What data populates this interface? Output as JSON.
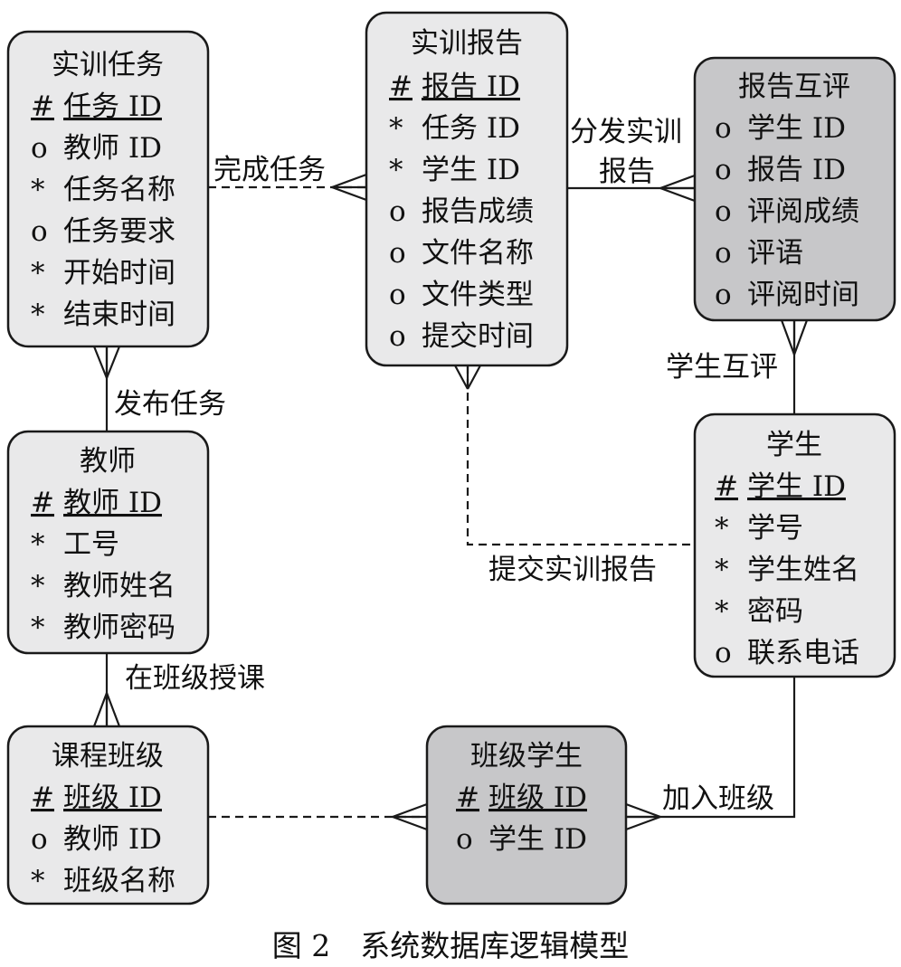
{
  "entities": {
    "task": {
      "title": "实训任务",
      "attributes": [
        {
          "marker": "#",
          "name": "任务 ID",
          "key": true
        },
        {
          "marker": "o",
          "name": "教师 ID",
          "key": false
        },
        {
          "marker": "*",
          "name": "任务名称",
          "key": false
        },
        {
          "marker": "o",
          "name": "任务要求",
          "key": false
        },
        {
          "marker": "*",
          "name": "开始时间",
          "key": false
        },
        {
          "marker": "*",
          "name": "结束时间",
          "key": false
        }
      ]
    },
    "report": {
      "title": "实训报告",
      "attributes": [
        {
          "marker": "#",
          "name": "报告 ID",
          "key": true
        },
        {
          "marker": "*",
          "name": "任务 ID",
          "key": false
        },
        {
          "marker": "*",
          "name": "学生 ID",
          "key": false
        },
        {
          "marker": "o",
          "name": "报告成绩",
          "key": false
        },
        {
          "marker": "o",
          "name": "文件名称",
          "key": false
        },
        {
          "marker": "o",
          "name": "文件类型",
          "key": false
        },
        {
          "marker": "o",
          "name": "提交时间",
          "key": false
        }
      ]
    },
    "peer_review": {
      "title": "报告互评",
      "attributes": [
        {
          "marker": "o",
          "name": "学生 ID",
          "key": false
        },
        {
          "marker": "o",
          "name": "报告 ID",
          "key": false
        },
        {
          "marker": "o",
          "name": "评阅成绩",
          "key": false
        },
        {
          "marker": "o",
          "name": "评语",
          "key": false
        },
        {
          "marker": "o",
          "name": "评阅时间",
          "key": false
        }
      ]
    },
    "teacher": {
      "title": "教师",
      "attributes": [
        {
          "marker": "#",
          "name": "教师 ID",
          "key": true
        },
        {
          "marker": "*",
          "name": "工号",
          "key": false
        },
        {
          "marker": "*",
          "name": "教师姓名",
          "key": false
        },
        {
          "marker": "*",
          "name": "教师密码",
          "key": false
        }
      ]
    },
    "student": {
      "title": "学生",
      "attributes": [
        {
          "marker": "#",
          "name": "学生 ID",
          "key": true
        },
        {
          "marker": "*",
          "name": "学号",
          "key": false
        },
        {
          "marker": "*",
          "name": "学生姓名",
          "key": false
        },
        {
          "marker": "*",
          "name": "密码",
          "key": false
        },
        {
          "marker": "o",
          "name": "联系电话",
          "key": false
        }
      ]
    },
    "course_class": {
      "title": "课程班级",
      "attributes": [
        {
          "marker": "#",
          "name": "班级 ID",
          "key": true
        },
        {
          "marker": "o",
          "name": "教师 ID",
          "key": false
        },
        {
          "marker": "*",
          "name": "班级名称",
          "key": false
        }
      ]
    },
    "class_student": {
      "title": "班级学生",
      "attributes": [
        {
          "marker": "#",
          "name": "班级 ID",
          "key": true
        },
        {
          "marker": "o",
          "name": "学生 ID",
          "key": false
        }
      ]
    }
  },
  "relationships": {
    "complete_task": "完成任务",
    "distribute_report_line1": "分发实训",
    "distribute_report_line2": "报告",
    "publish_task": "发布任务",
    "student_peer_review": "学生互评",
    "submit_report": "提交实训报告",
    "teach_in_class": "在班级授课",
    "join_class": "加入班级"
  },
  "caption": "图 2　系统数据库逻辑模型"
}
